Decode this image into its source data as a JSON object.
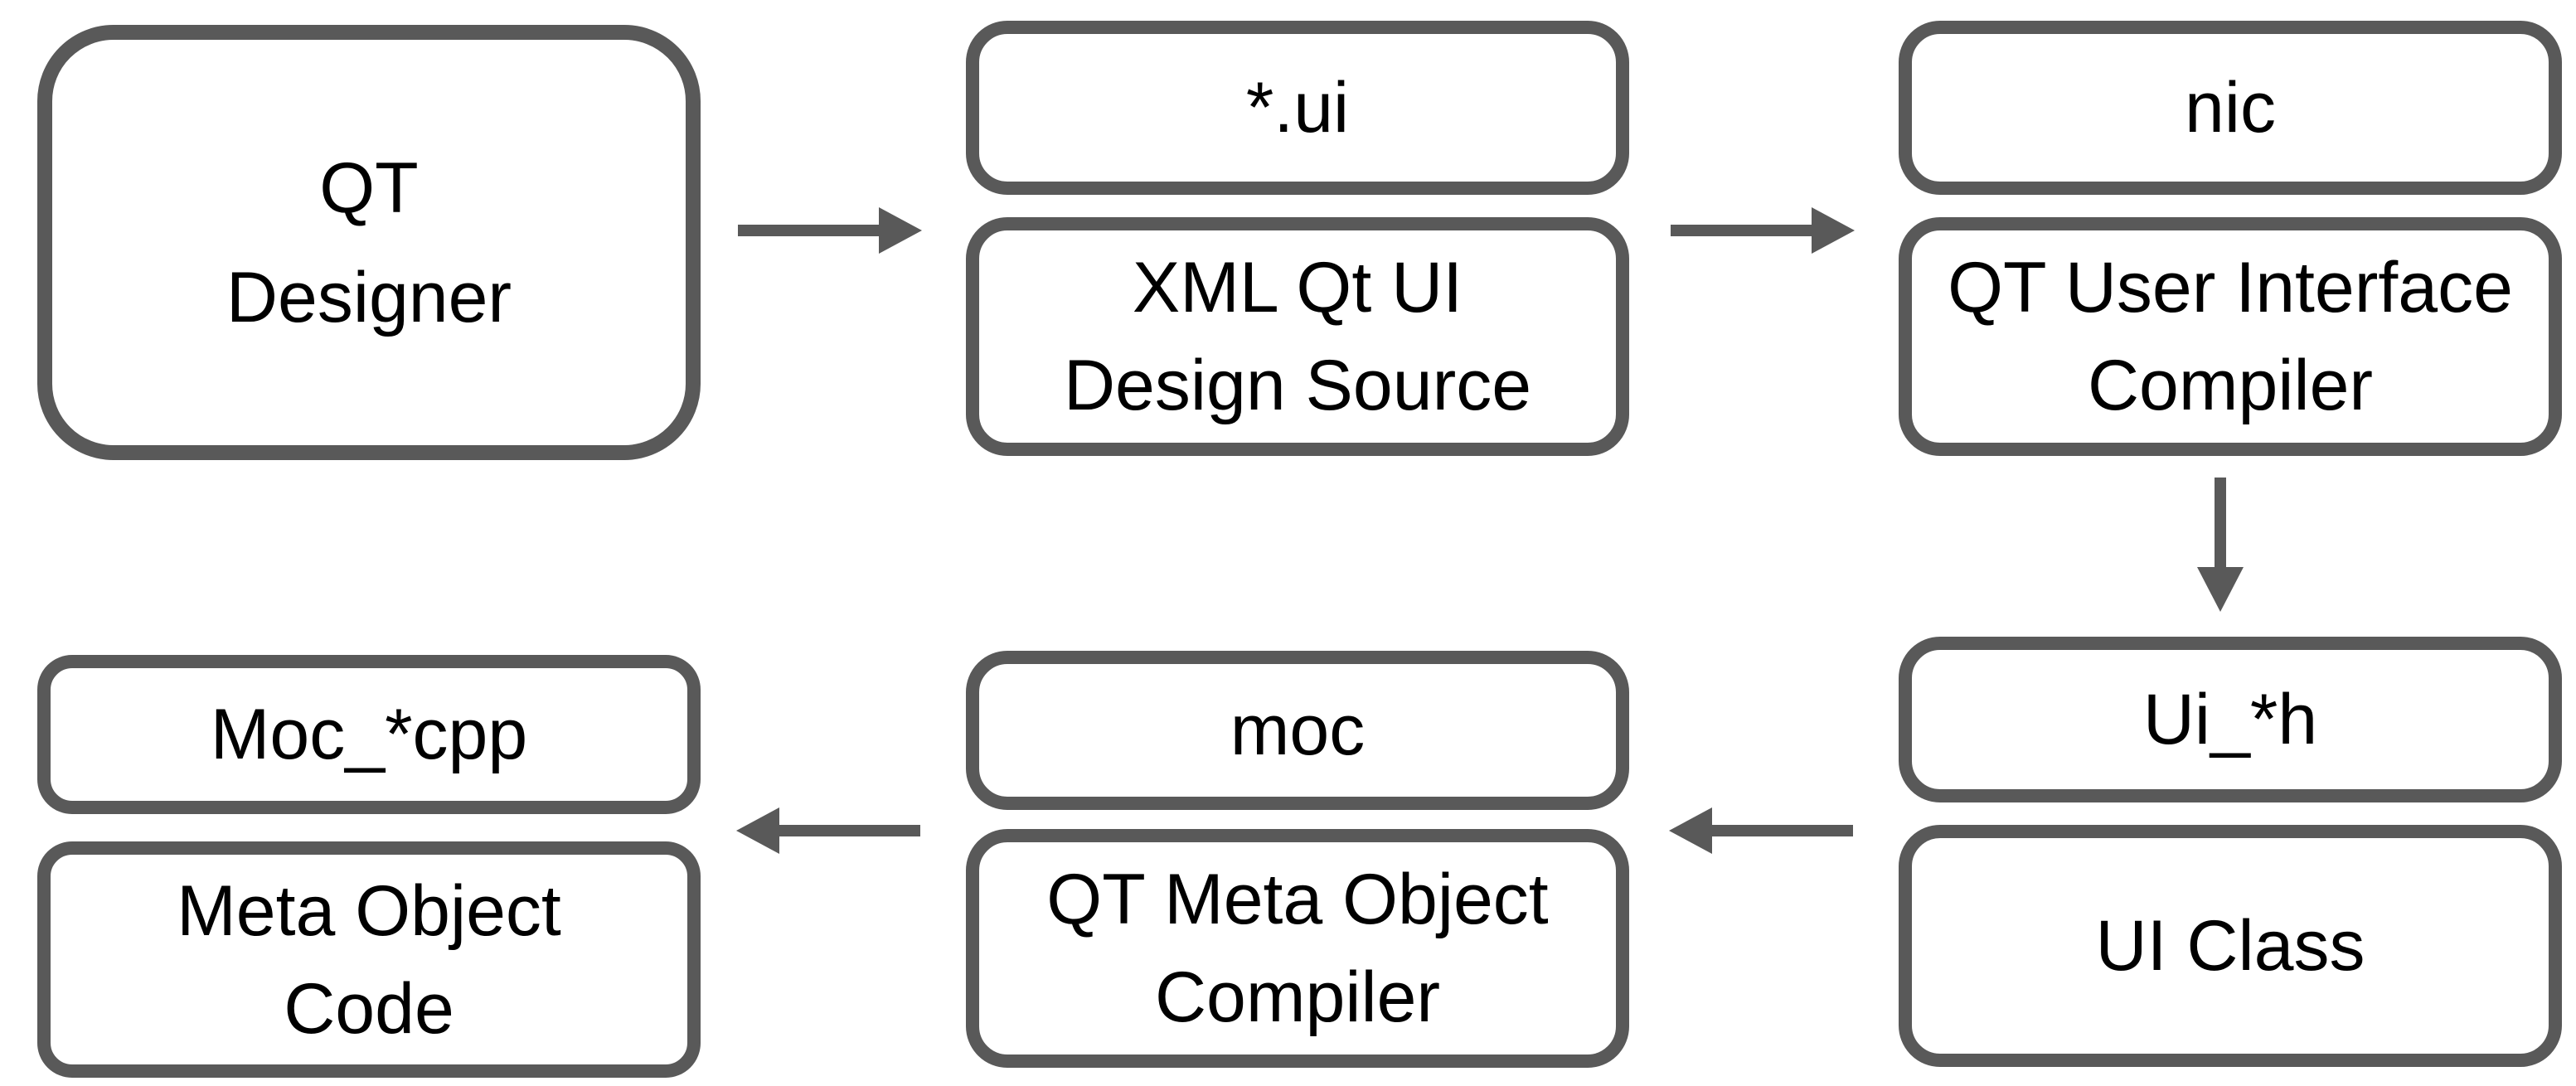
{
  "diagram": {
    "type": "flowchart",
    "background": "#ffffff"
  },
  "colors": {
    "box_border": "#595959",
    "arrow": "#595959",
    "text": "#000000",
    "box_fill": "#ffffff"
  },
  "nodes": {
    "qt_designer": "QT\nDesigner",
    "ui_file": "*.ui",
    "xml_source": "XML Qt UI\nDesign Source",
    "nic": "nic",
    "uic": "QT User Interface\nCompiler",
    "ui_h": "Ui_*h",
    "ui_class": "UI Class",
    "moc": "moc",
    "qt_moc": "QT Meta Object\nCompiler",
    "moc_cpp": "Moc_*cpp",
    "meta_object_code": "Meta Object\nCode"
  },
  "arrows": [
    {
      "from": "qt_designer",
      "to": "xml_source",
      "direction": "right"
    },
    {
      "from": "xml_source",
      "to": "uic",
      "direction": "right"
    },
    {
      "from": "uic",
      "to": "ui_h",
      "direction": "down"
    },
    {
      "from": "ui_class",
      "to": "qt_moc",
      "direction": "left"
    },
    {
      "from": "qt_moc",
      "to": "meta_object_code",
      "direction": "left"
    }
  ]
}
